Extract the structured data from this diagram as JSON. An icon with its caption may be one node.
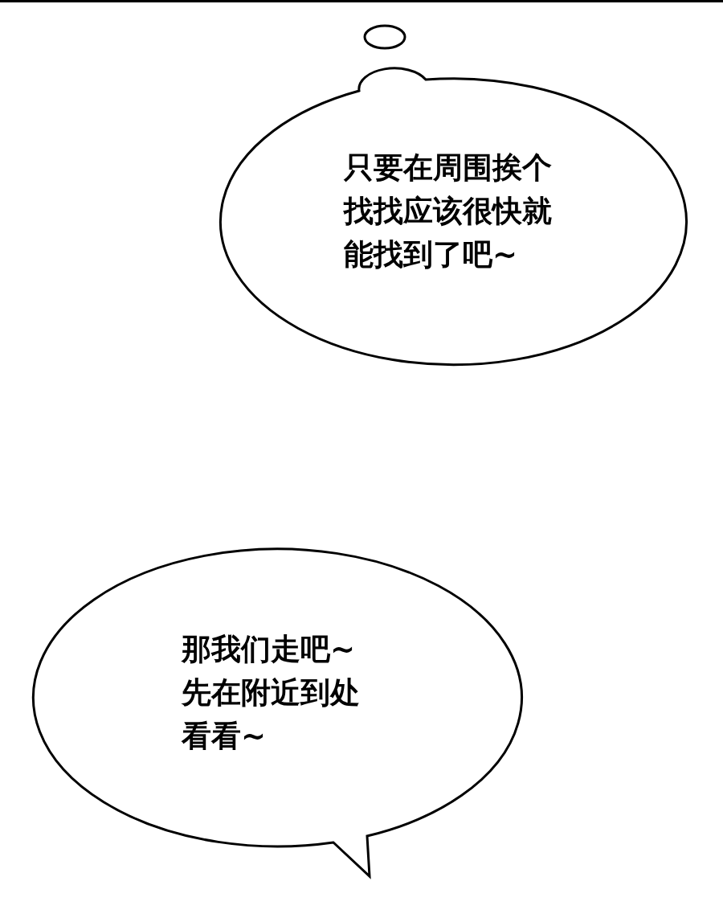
{
  "diagram": {
    "nodes": [
      {
        "text": [],
        "shape": "circle"
      },
      {
        "text": [
          "只要在周围挨个找找应该很快就能找到了吧~"
        ]
      },
      {
        "text": [
          "那我们走吧~先在附近到处看看~"
        ]
      }
    ]
  }
}
